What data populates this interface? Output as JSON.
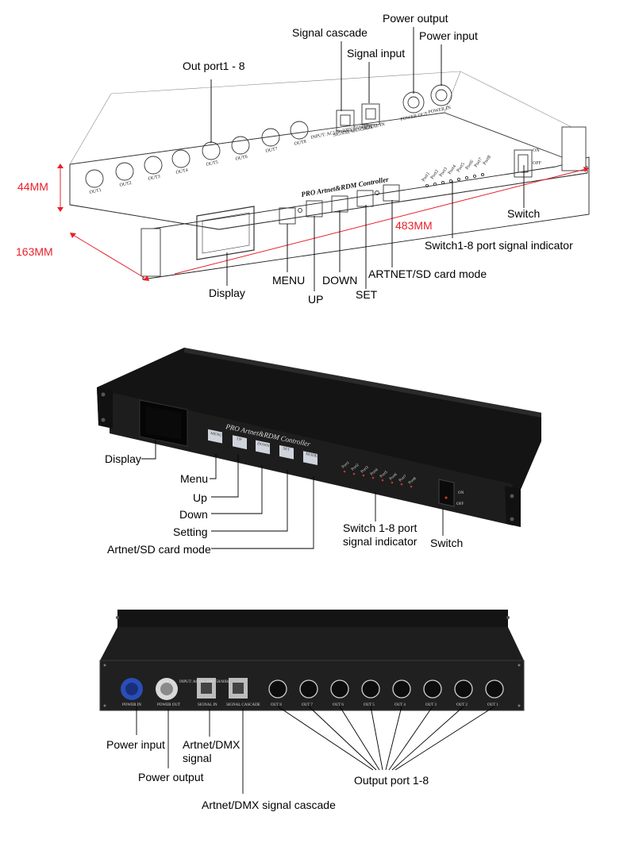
{
  "drawing1": {
    "controller_title": "PRO Artnet&RDM Controller",
    "labels": {
      "out_ports": "Out port1 - 8",
      "signal_cascade": "Signal cascade",
      "signal_input": "Signal input",
      "power_output": "Power output",
      "power_input": "Power input",
      "switch": "Switch",
      "indicators": "Switch1-8 port signal indicator",
      "artnet_sd": "ARTNET/SD card mode",
      "set": "SET",
      "down": "DOWN",
      "up": "UP",
      "menu": "MENU",
      "display": "Display"
    },
    "dimensions": {
      "height": "44MM",
      "depth": "163MM",
      "width": "483MM"
    },
    "out_port_labels": [
      "OUT1",
      "OUT2",
      "OUT3",
      "OUT4",
      "OUT5",
      "OUT6",
      "OUT7",
      "OUT8"
    ],
    "port_indicator_labels": [
      "Port1",
      "Port2",
      "Port3",
      "Port4",
      "Port5",
      "Port6",
      "Port7",
      "Port8"
    ],
    "rear_text": {
      "cascade": "SIGNAL CASCADE",
      "input": "SIGNAL IN",
      "power_out": "POWER OUT",
      "power_in": "POWER IN",
      "ac": "INPUT: AC110~220V 50/60Hz"
    },
    "switch_on": "ON",
    "switch_off": "OFF"
  },
  "drawing2": {
    "controller_title": "PRO Artnet&RDM Controller",
    "button_labels": [
      "MENU",
      "UP",
      "DOWN",
      "SET",
      "MODE"
    ],
    "port_indicator_labels": [
      "Port1",
      "Port2",
      "Port3",
      "Port4",
      "Port5",
      "Port6",
      "Port7",
      "Port8"
    ],
    "switch_on": "ON",
    "switch_off": "OFF",
    "labels": {
      "display": "Display",
      "menu": "Menu",
      "up": "Up",
      "down": "Down",
      "setting": "Setting",
      "artnet_sd": "Artnet/SD card mode",
      "indicator_line1": "Switch 1-8 port",
      "indicator_line2": "signal indicator",
      "switch": "Switch"
    }
  },
  "drawing3": {
    "rear_text": {
      "power_in": "POWER IN",
      "power_out": "POWER OUT",
      "ac": "INPUT: AC110~220V 50/60Hz",
      "signal_in": "SIGNAL IN",
      "signal_cascade": "SIGNAL CASCADE"
    },
    "out_port_labels": [
      "OUT 8",
      "OUT 7",
      "OUT 6",
      "OUT 5",
      "OUT 4",
      "OUT 3",
      "OUT 2",
      "OUT 1"
    ],
    "labels": {
      "power_input": "Power input",
      "power_output": "Power output",
      "artnet_signal_line1": "Artnet/DMX",
      "artnet_signal_line2": "signal",
      "cascade": "Artnet/DMX signal cascade",
      "output_ports": "Output port 1-8"
    }
  },
  "colors": {
    "dimension": "#e8202a",
    "chassis": "#1c1c1c",
    "power_in_connector": "#2a4db8"
  }
}
